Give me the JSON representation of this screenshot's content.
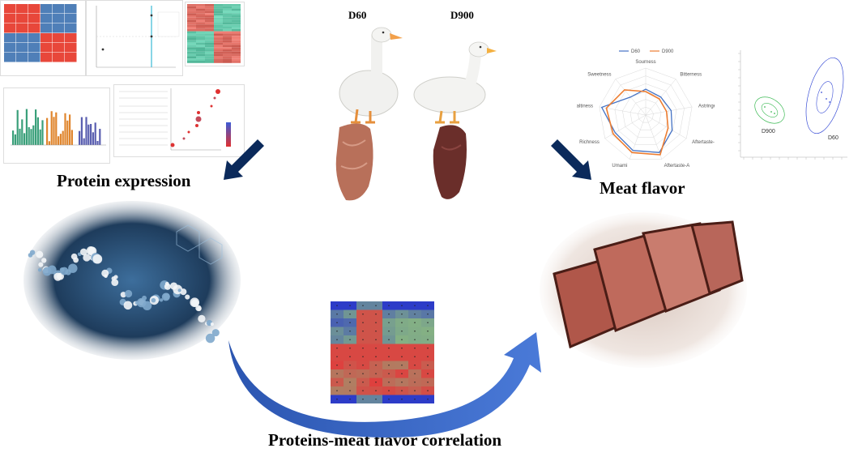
{
  "labels": {
    "d60": "D60",
    "d900": "D900",
    "protein_expression": "Protein expression",
    "meat_flavor": "Meat flavor",
    "correlation": "Proteins-meat flavor correlation"
  },
  "radar": {
    "legend": [
      "D60",
      "D900"
    ],
    "axes": [
      "Sourness",
      "Bitterness",
      "Astringency",
      "Aftertaste-B",
      "Aftertaste-A",
      "Umami",
      "Richness",
      "Saltiness",
      "Sweetness"
    ],
    "colors": {
      "D60": "#4472c4",
      "D900": "#ed7d31"
    }
  },
  "pca": {
    "groups": [
      "D900",
      "D60"
    ]
  },
  "colors": {
    "arrow": "#0b2a5b",
    "curve_arrow": "#2f5bb7",
    "heat_red": "#e03030",
    "heat_blue": "#2b3fbf"
  }
}
